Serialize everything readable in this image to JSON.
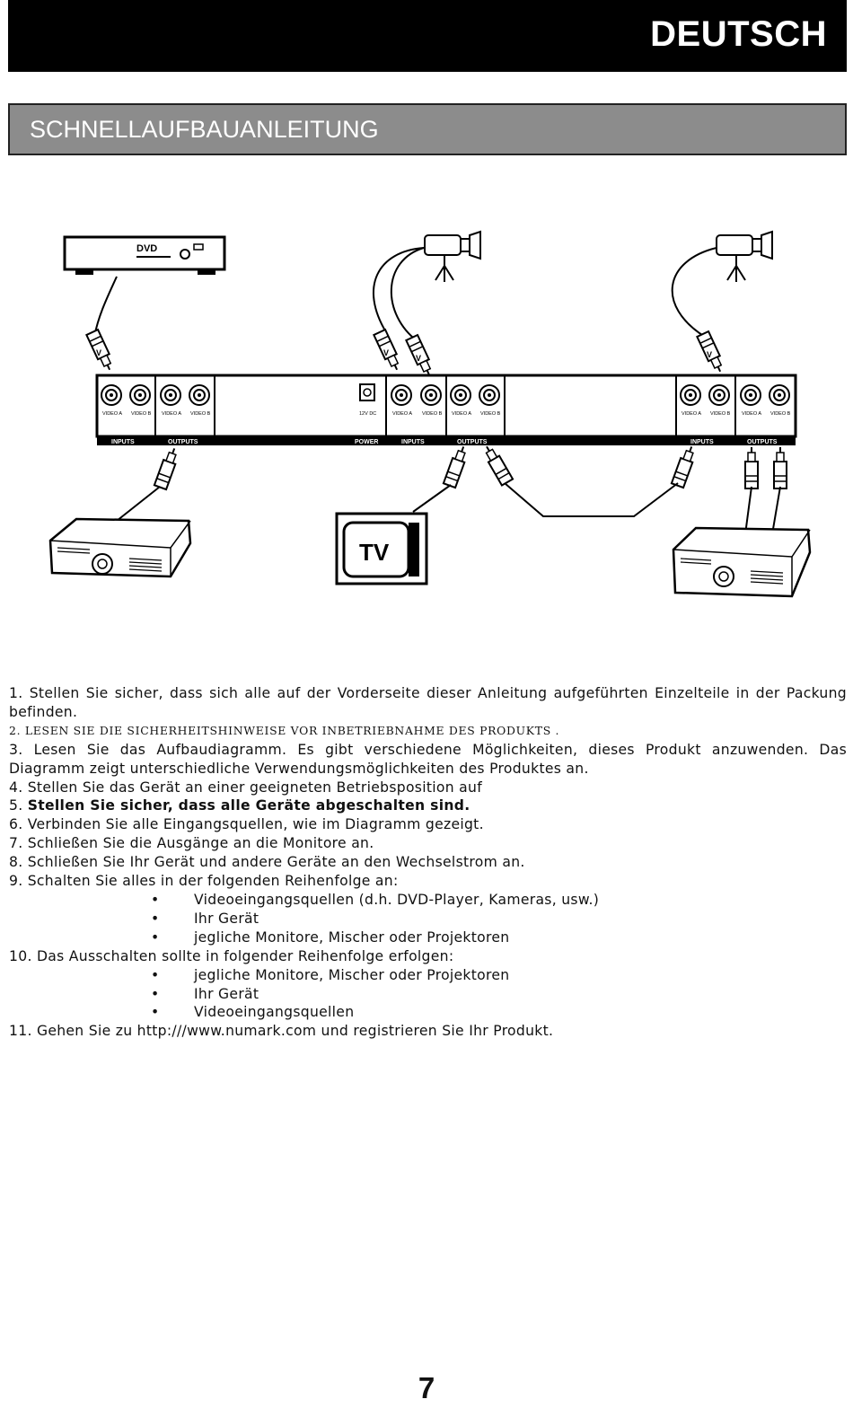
{
  "header": {
    "language": "DEUTSCH"
  },
  "section": {
    "title": "SCHNELLAUFBAUANLEITUNG"
  },
  "diagram": {
    "dvd_label": "DVD",
    "tv_label": "TV",
    "jack_label_video_a": "VIDEO A",
    "jack_label_video_b": "VIDEO B",
    "jack_label_power": "12V DC",
    "section_inputs": "INPUTS",
    "section_outputs": "OUTPUTS",
    "section_power": "POWER",
    "plug_label": "V"
  },
  "instructions": {
    "item1": "1. Stellen Sie sicher, dass sich alle auf der Vorderseite dieser Anleitung aufgeführten Einzelteile in der Packung befinden.",
    "item2": "2. LESEN SIE DIE SICHERHEITSHINWEISE VOR INBETRIEBNAHME DES PRODUKTS .",
    "item3": "3. Lesen Sie das Aufbaudiagramm. Es gibt verschiedene Möglichkeiten, dieses Produkt anzuwenden. Das Diagramm zeigt unterschiedliche Verwendungsmöglichkeiten des Produktes an.",
    "item4": "4. Stellen Sie das Gerät an einer geeigneten Betriebsposition auf",
    "item5_prefix": "5. ",
    "item5_bold": "Stellen Sie sicher, dass alle Geräte abgeschalten sind.",
    "item6": "6. Verbinden Sie alle Eingangsquellen, wie im Diagramm gezeigt.",
    "item7": "7. Schließen Sie die Ausgänge an die Monitore an.",
    "item8": "8. Schließen Sie Ihr Gerät und andere Geräte an den Wechselstrom an.",
    "item9": "9. Schalten Sie alles in der folgenden Reihenfolge an:",
    "item9_bullets": [
      "Videoeingangsquellen (d.h. DVD-Player, Kameras, usw.)",
      "Ihr Gerät",
      "jegliche Monitore, Mischer oder Projektoren"
    ],
    "item10": "10. Das Ausschalten sollte in folgender Reihenfolge erfolgen:",
    "item10_bullets": [
      "jegliche Monitore, Mischer oder Projektoren",
      "Ihr Gerät",
      "Videoeingangsquellen"
    ],
    "item11": "11. Gehen Sie zu http:///www.numark.com und registrieren Sie Ihr Produkt."
  },
  "page_number": "7"
}
